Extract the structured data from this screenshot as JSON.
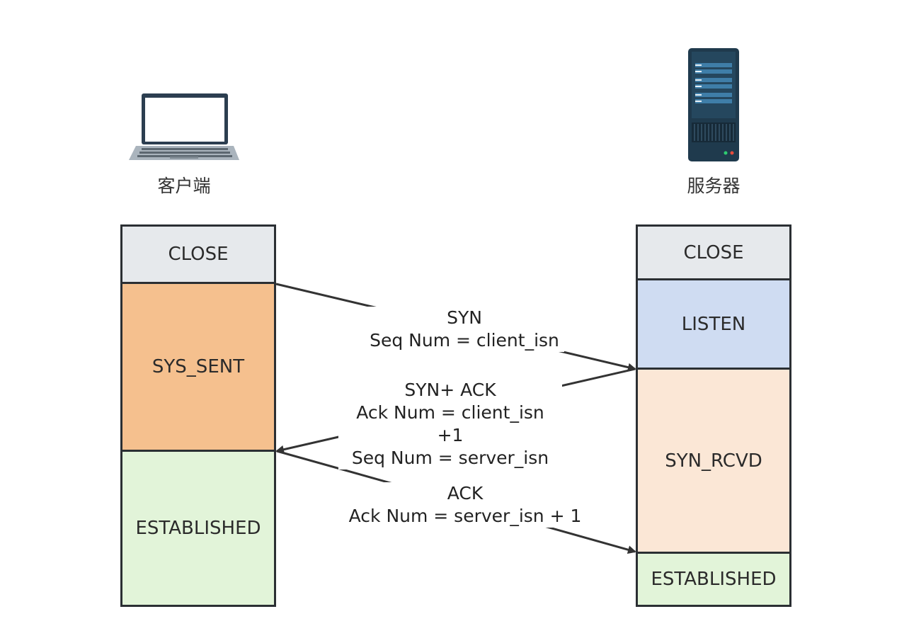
{
  "client": {
    "label": "客户端",
    "icon": "laptop-icon"
  },
  "server": {
    "label": "服务器",
    "icon": "server-icon"
  },
  "client_states": [
    {
      "name": "CLOSE",
      "color": "#e6e9ec"
    },
    {
      "name": "SYS_SENT",
      "color": "#f5c08e"
    },
    {
      "name": "ESTABLISHED",
      "color": "#e2f4d9"
    }
  ],
  "server_states": [
    {
      "name": "CLOSE",
      "color": "#e6e9ec"
    },
    {
      "name": "LISTEN",
      "color": "#cfdcf2"
    },
    {
      "name": "SYN_RCVD",
      "color": "#fbe7d6"
    },
    {
      "name": "ESTABLISHED",
      "color": "#e2f4d9"
    }
  ],
  "messages": [
    {
      "lines": [
        "SYN",
        "Seq Num = client_isn"
      ],
      "direction": "client-to-server"
    },
    {
      "lines": [
        "SYN+ ACK",
        "Ack Num = client_isn +1",
        "Seq Num = server_isn"
      ],
      "direction": "server-to-client"
    },
    {
      "lines": [
        "ACK",
        "Ack Num = server_isn + 1"
      ],
      "direction": "client-to-server"
    }
  ]
}
